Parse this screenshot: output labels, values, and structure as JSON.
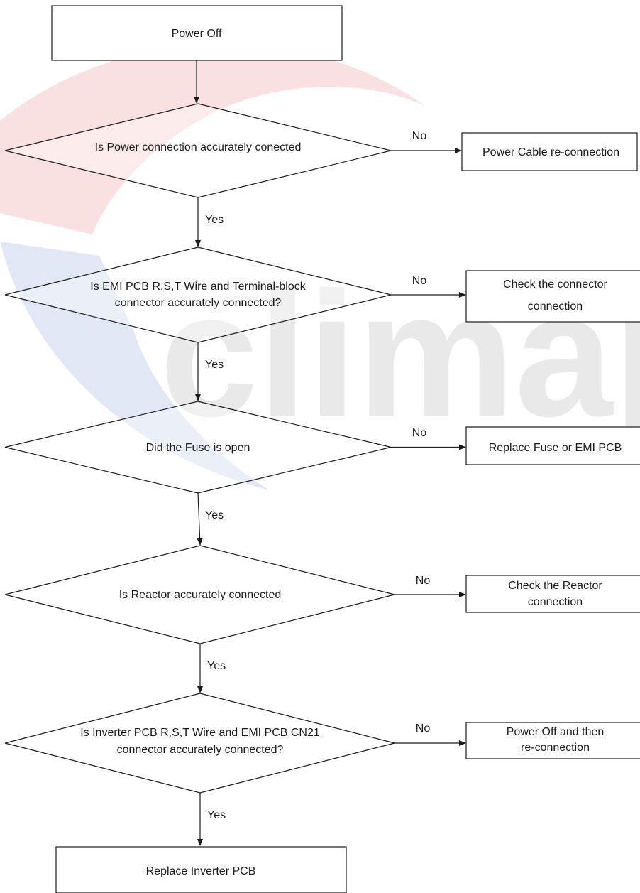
{
  "flowchart": {
    "start": "Power Off",
    "end": "Replace Inverter PCB",
    "yes_label": "Yes",
    "no_label": "No",
    "decisions": [
      {
        "lines": [
          "Is Power connection accurately conected"
        ],
        "action": [
          "Power Cable re-connection"
        ]
      },
      {
        "lines": [
          "Is EMI PCB R,S,T Wire and Terminal-block",
          "connector accurately connected?"
        ],
        "action": [
          "Check the connector",
          "connection"
        ]
      },
      {
        "lines": [
          "Did the Fuse is open"
        ],
        "action": [
          "Replace Fuse or EMI PCB"
        ]
      },
      {
        "lines": [
          "Is Reactor accurately connected"
        ],
        "action": [
          "Check the Reactor",
          "connection"
        ]
      },
      {
        "lines": [
          "Is Inverter PCB R,S,T Wire and EMI PCB CN21",
          "connector accurately connected?"
        ],
        "action": [
          "Power Off and then",
          "re-connection"
        ]
      }
    ]
  },
  "watermark": {
    "text": "climaplo",
    "colors": {
      "red": "#f4c9c9",
      "blue": "#c9d3ec",
      "gray": "#d8d8d8"
    }
  }
}
